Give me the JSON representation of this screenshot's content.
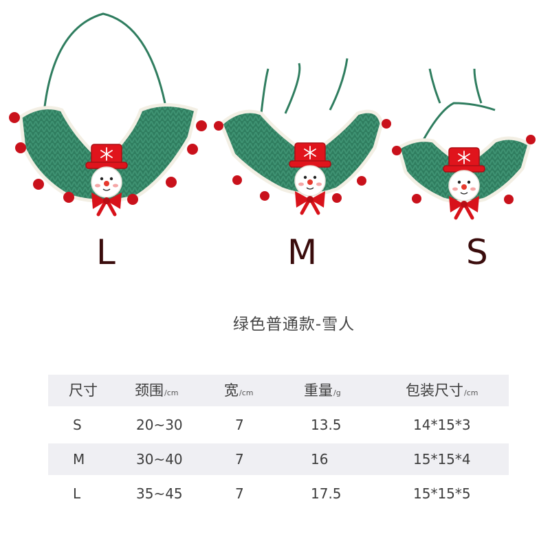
{
  "sizes": {
    "large": "L",
    "medium": "M",
    "small": "S"
  },
  "subtitle": "绿色普通款-雪人",
  "table": {
    "headers": [
      {
        "label": "尺寸",
        "unit": ""
      },
      {
        "label": "颈围",
        "unit": "/cm"
      },
      {
        "label": "宽",
        "unit": "/cm"
      },
      {
        "label": "重量",
        "unit": "/g"
      },
      {
        "label": "包装尺寸",
        "unit": "/cm"
      }
    ],
    "rows": [
      {
        "size": "S",
        "neck": "20~30",
        "width": "7",
        "weight": "13.5",
        "package": "14*15*3"
      },
      {
        "size": "M",
        "neck": "30~40",
        "width": "7",
        "weight": "16",
        "package": "15*15*4"
      },
      {
        "size": "L",
        "neck": "35~45",
        "width": "7",
        "weight": "17.5",
        "package": "15*15*5"
      }
    ]
  },
  "colors": {
    "knit_green": "#2e7d5e",
    "trim_cream": "#f3efe4",
    "pompom_red": "#c9111b",
    "hat_red": "#e0141c",
    "snowman_face": "#ffffff",
    "label_dark": "#3a0c0c",
    "row_shade": "#efeff3"
  }
}
